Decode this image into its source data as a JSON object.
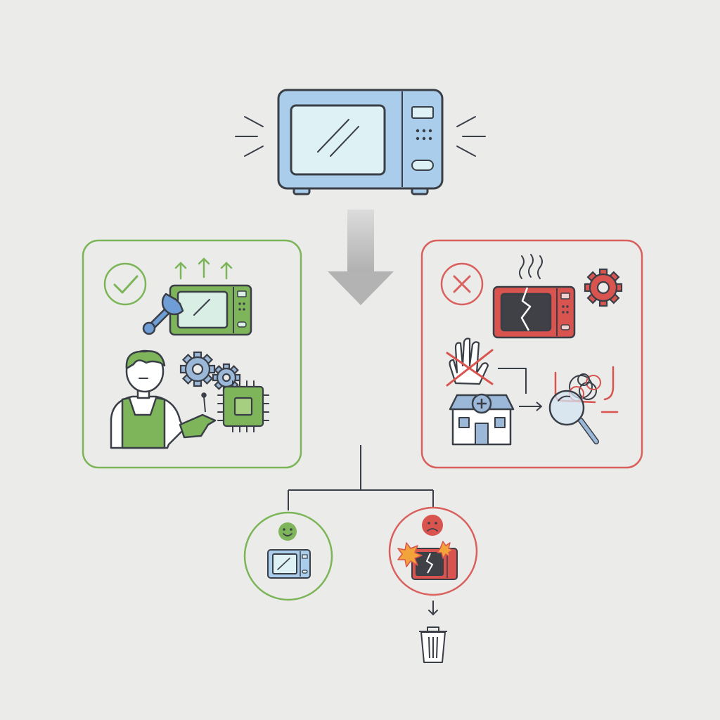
{
  "diagram": {
    "source_device": {
      "icon": "microwave-icon",
      "state": "emitting"
    },
    "flow_arrow": {
      "icon": "down-arrow-icon"
    },
    "repair_outcome": {
      "status": "success",
      "icons": [
        "checkmark-icon",
        "upgrade-arrows-icon",
        "microwave-icon",
        "wrench-icon",
        "technician-icon",
        "gear-icon",
        "circuit-chip-icon"
      ]
    },
    "failure_outcome": {
      "status": "failure",
      "icons": [
        "cross-icon",
        "smoke-icon",
        "broken-microwave-icon",
        "gear-icon",
        "no-touch-hand-icon",
        "repair-shop-icon",
        "magnifier-icon",
        "tangled-wires-icon"
      ]
    },
    "results": [
      {
        "icon": "happy-face-icon",
        "device": "microwave-icon",
        "status": "working"
      },
      {
        "icon": "sad-face-icon",
        "device": "broken-microwave-icon",
        "status": "broken",
        "next": "trash-can-icon"
      }
    ]
  },
  "colors": {
    "background": "#ebebea",
    "outline": "#3a3f47",
    "device_blue": "#a9cdea",
    "screen_blue": "#def1f4",
    "success_green": "#7cb558",
    "green_fill": "#7fb55a",
    "failure_red": "#d9605c",
    "red_fill": "#d9544f",
    "gear_blue": "#9bb8d8",
    "arrow_gray": "#b8b8b8"
  }
}
